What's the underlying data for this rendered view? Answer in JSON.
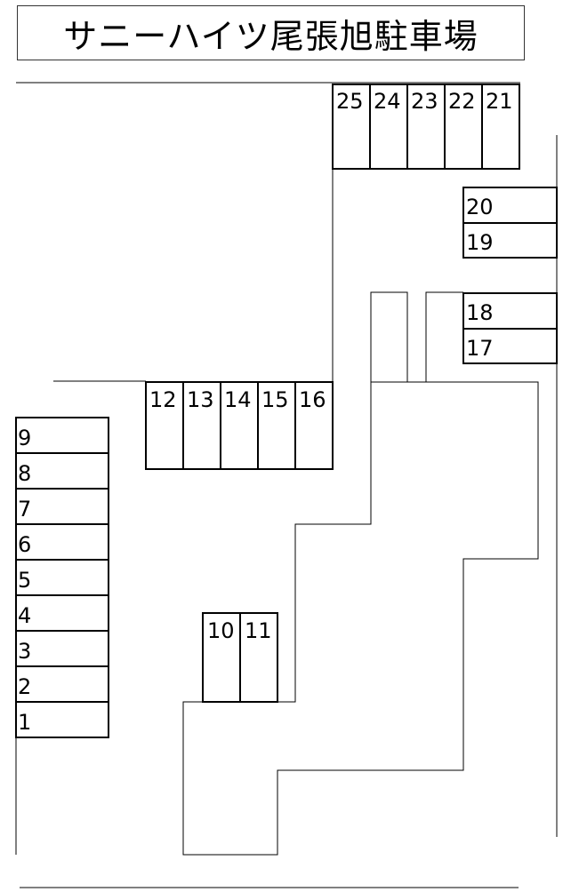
{
  "title": "サニーハイツ尾張旭駐車場",
  "stalls": [
    {
      "id": "stall-1",
      "label": "1"
    },
    {
      "id": "stall-2",
      "label": "2"
    },
    {
      "id": "stall-3",
      "label": "3"
    },
    {
      "id": "stall-4",
      "label": "4"
    },
    {
      "id": "stall-5",
      "label": "5"
    },
    {
      "id": "stall-6",
      "label": "6"
    },
    {
      "id": "stall-7",
      "label": "7"
    },
    {
      "id": "stall-8",
      "label": "8"
    },
    {
      "id": "stall-9",
      "label": "9"
    },
    {
      "id": "stall-10",
      "label": "10"
    },
    {
      "id": "stall-11",
      "label": "11"
    },
    {
      "id": "stall-12",
      "label": "12"
    },
    {
      "id": "stall-13",
      "label": "13"
    },
    {
      "id": "stall-14",
      "label": "14"
    },
    {
      "id": "stall-15",
      "label": "15"
    },
    {
      "id": "stall-16",
      "label": "16"
    },
    {
      "id": "stall-17",
      "label": "17"
    },
    {
      "id": "stall-18",
      "label": "18"
    },
    {
      "id": "stall-19",
      "label": "19"
    },
    {
      "id": "stall-20",
      "label": "20"
    },
    {
      "id": "stall-21",
      "label": "21"
    },
    {
      "id": "stall-22",
      "label": "22"
    },
    {
      "id": "stall-23",
      "label": "23"
    },
    {
      "id": "stall-24",
      "label": "24"
    },
    {
      "id": "stall-25",
      "label": "25"
    }
  ],
  "colors": {
    "line": "#000000",
    "background": "#ffffff"
  }
}
